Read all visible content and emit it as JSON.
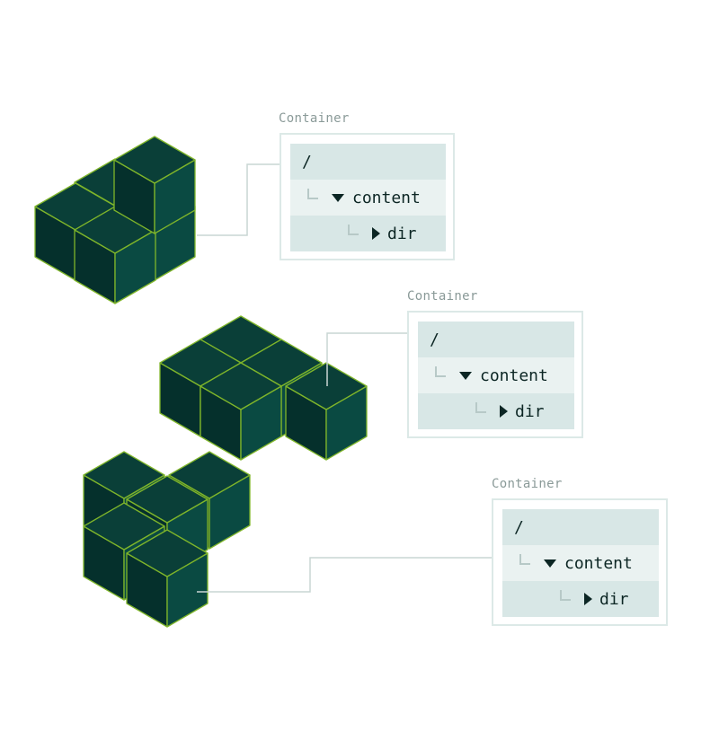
{
  "colors": {
    "cube_top": "#0a3f38",
    "cube_left": "#05302c",
    "cube_right": "#0a4a42",
    "cube_edge": "#7fb52a",
    "connector": "#c9d6d4",
    "panel_border": "#dce9e7",
    "row_dark": "#d8e7e6",
    "row_light": "#eaf2f1",
    "label": "#8a9a98",
    "text": "#0c2624"
  },
  "containers": [
    {
      "label": "Container",
      "root": "/",
      "folder": "content",
      "subfolder": "dir",
      "cubes": 5
    },
    {
      "label": "Container",
      "root": "/",
      "folder": "content",
      "subfolder": "dir",
      "cubes": 5
    },
    {
      "label": "Container",
      "root": "/",
      "folder": "content",
      "subfolder": "dir",
      "cubes": 5
    }
  ]
}
